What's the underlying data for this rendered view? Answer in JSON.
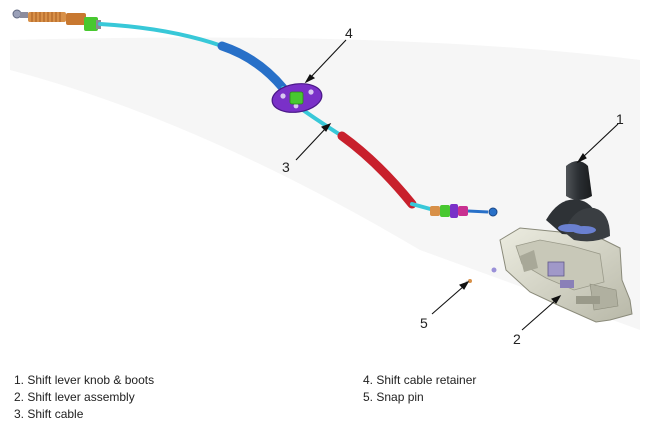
{
  "callouts": [
    "1",
    "2",
    "3",
    "4",
    "5"
  ],
  "legend": {
    "left": [
      "1. Shift lever knob & boots",
      "2. Shift lever assembly",
      "3. Shift cable"
    ],
    "right": [
      "4. Shift cable retainer",
      "5. Snap pin"
    ]
  },
  "colors": {
    "cable": "#38c8d8",
    "sleeve_blue": "#2870c8",
    "sleeve_red": "#c8202c",
    "retainer": "#7a30c8",
    "end_fitting": "#d89048",
    "green_part": "#48c830",
    "shifter_body": "#d8d8c8",
    "knob": "#303438"
  },
  "icons": [
    "cable-end-left",
    "shift-cable",
    "cable-retainer",
    "cable-end-right",
    "shift-lever-assembly",
    "snap-pin"
  ]
}
